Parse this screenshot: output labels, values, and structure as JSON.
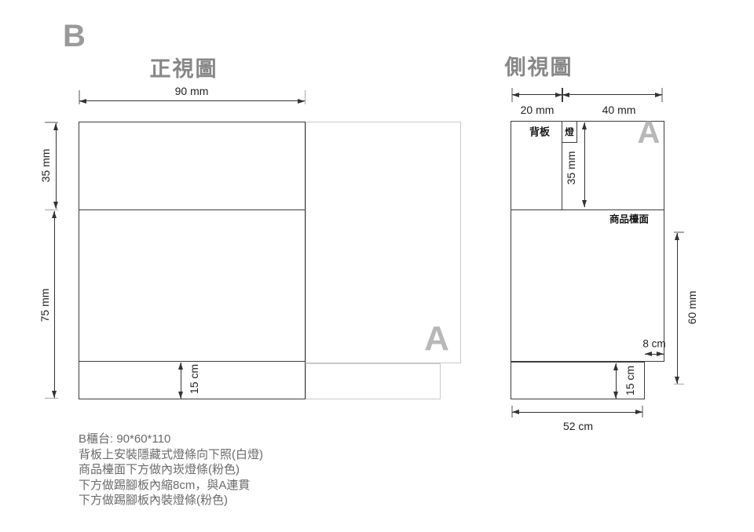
{
  "meta": {
    "sheet_label": "B"
  },
  "front_view": {
    "title": "正視圖",
    "dim_width": "90 mm",
    "dim_upper_height": "35 mm",
    "dim_lower_height": "75 mm",
    "dim_toekick_height": "15 cm",
    "overlay_letter": "A"
  },
  "side_view": {
    "title": "側視圖",
    "dim_back_depth": "20 mm",
    "dim_front_depth": "40 mm",
    "dim_upper_height": "35 mm",
    "dim_body_height": "60 mm",
    "dim_toekick_inset": "8 cm",
    "dim_toekick_height": "15 cm",
    "dim_bottom_width": "52 cm",
    "label_back_panel": "背板",
    "label_light": "燈",
    "label_countertop": "商品檯面",
    "overlay_letter": "A"
  },
  "notes": [
    "B櫃台: 90*60*110",
    "背板上安裝隱藏式燈條向下照(白燈)",
    "商品檯面下方做內崁燈條(粉色)",
    "下方做踢腳板內縮8cm，與A連貫",
    "下方做踢腳板內裝燈條(粉色)"
  ],
  "colors": {
    "drawing_line": "#3d3d3d",
    "ghost_line": "#cacaca",
    "ghost_letter": "#b8b8b8",
    "title_gray": "#878787",
    "note_gray": "#6b6b6b",
    "dim_text": "#222222"
  }
}
